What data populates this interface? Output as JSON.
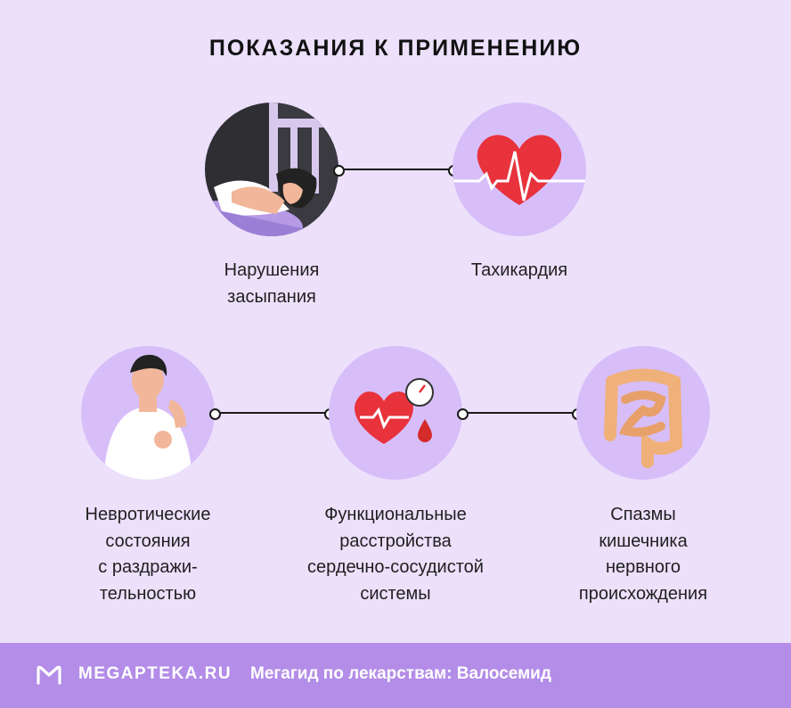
{
  "title": "ПОКАЗАНИЯ К ПРИМЕНЕНИЮ",
  "items": [
    {
      "label": "Нарушения\nзасыпания",
      "icon": "sleeping-woman-icon"
    },
    {
      "label": "Тахикардия",
      "icon": "heart-pulse-icon"
    },
    {
      "label": "Невротические\nсостояния\nс раздражи-\nтельностью",
      "icon": "nervous-man-icon"
    },
    {
      "label": "Функциональные\nрасстройства\nсердечно-сосудистой\nсистемы",
      "icon": "heart-pressure-icon"
    },
    {
      "label": "Спазмы\nкишечника\nнервного\nпроисхождения",
      "icon": "intestine-icon"
    }
  ],
  "footer": {
    "logo_text": "MEGAPTEKA.RU",
    "tagline": "Мегагид по лекарствам: Валосемид"
  },
  "colors": {
    "background": "#ece0fb",
    "circle": "#d7bef9",
    "footer": "#b38de8",
    "heart": "#e8323c"
  }
}
